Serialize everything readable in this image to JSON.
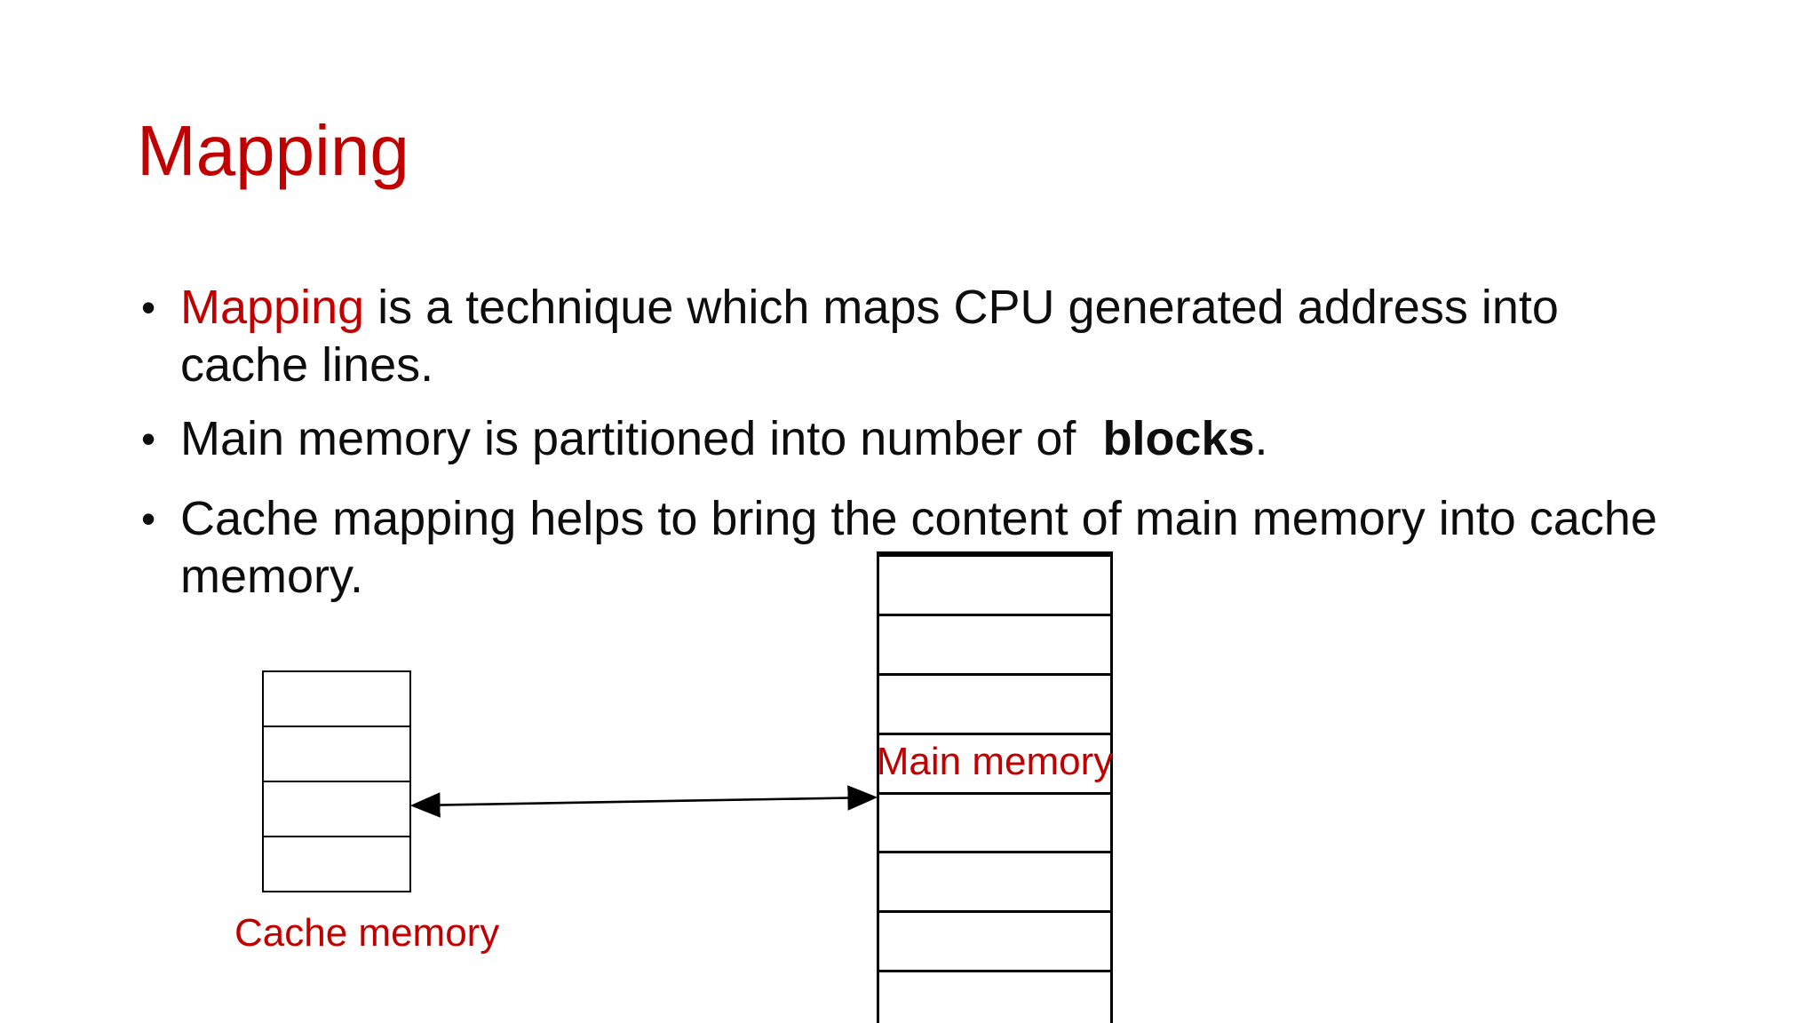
{
  "slide": {
    "title": "Mapping",
    "background_color": "#ffffff",
    "accent_color": "#C00000",
    "text_color": "#0d0d0d",
    "bullet_char": "•"
  },
  "bullets": {
    "b1": {
      "lead": "Mapping",
      "line1_rest": " is a technique which maps CPU generated address into",
      "line2": "cache lines."
    },
    "b2": {
      "line1_pre": "Main memory is partitioned into number of  ",
      "bold_word": "blocks",
      "line1_post": "."
    },
    "b3": {
      "line1": "Cache mapping helps to bring the content of main memory into cache",
      "line2": "memory."
    }
  },
  "diagram": {
    "cache_label": "Cache memory",
    "main_label": "Main memory",
    "cache_rows": 4,
    "main_rows": 8,
    "arrow": "double-headed-horizontal"
  }
}
